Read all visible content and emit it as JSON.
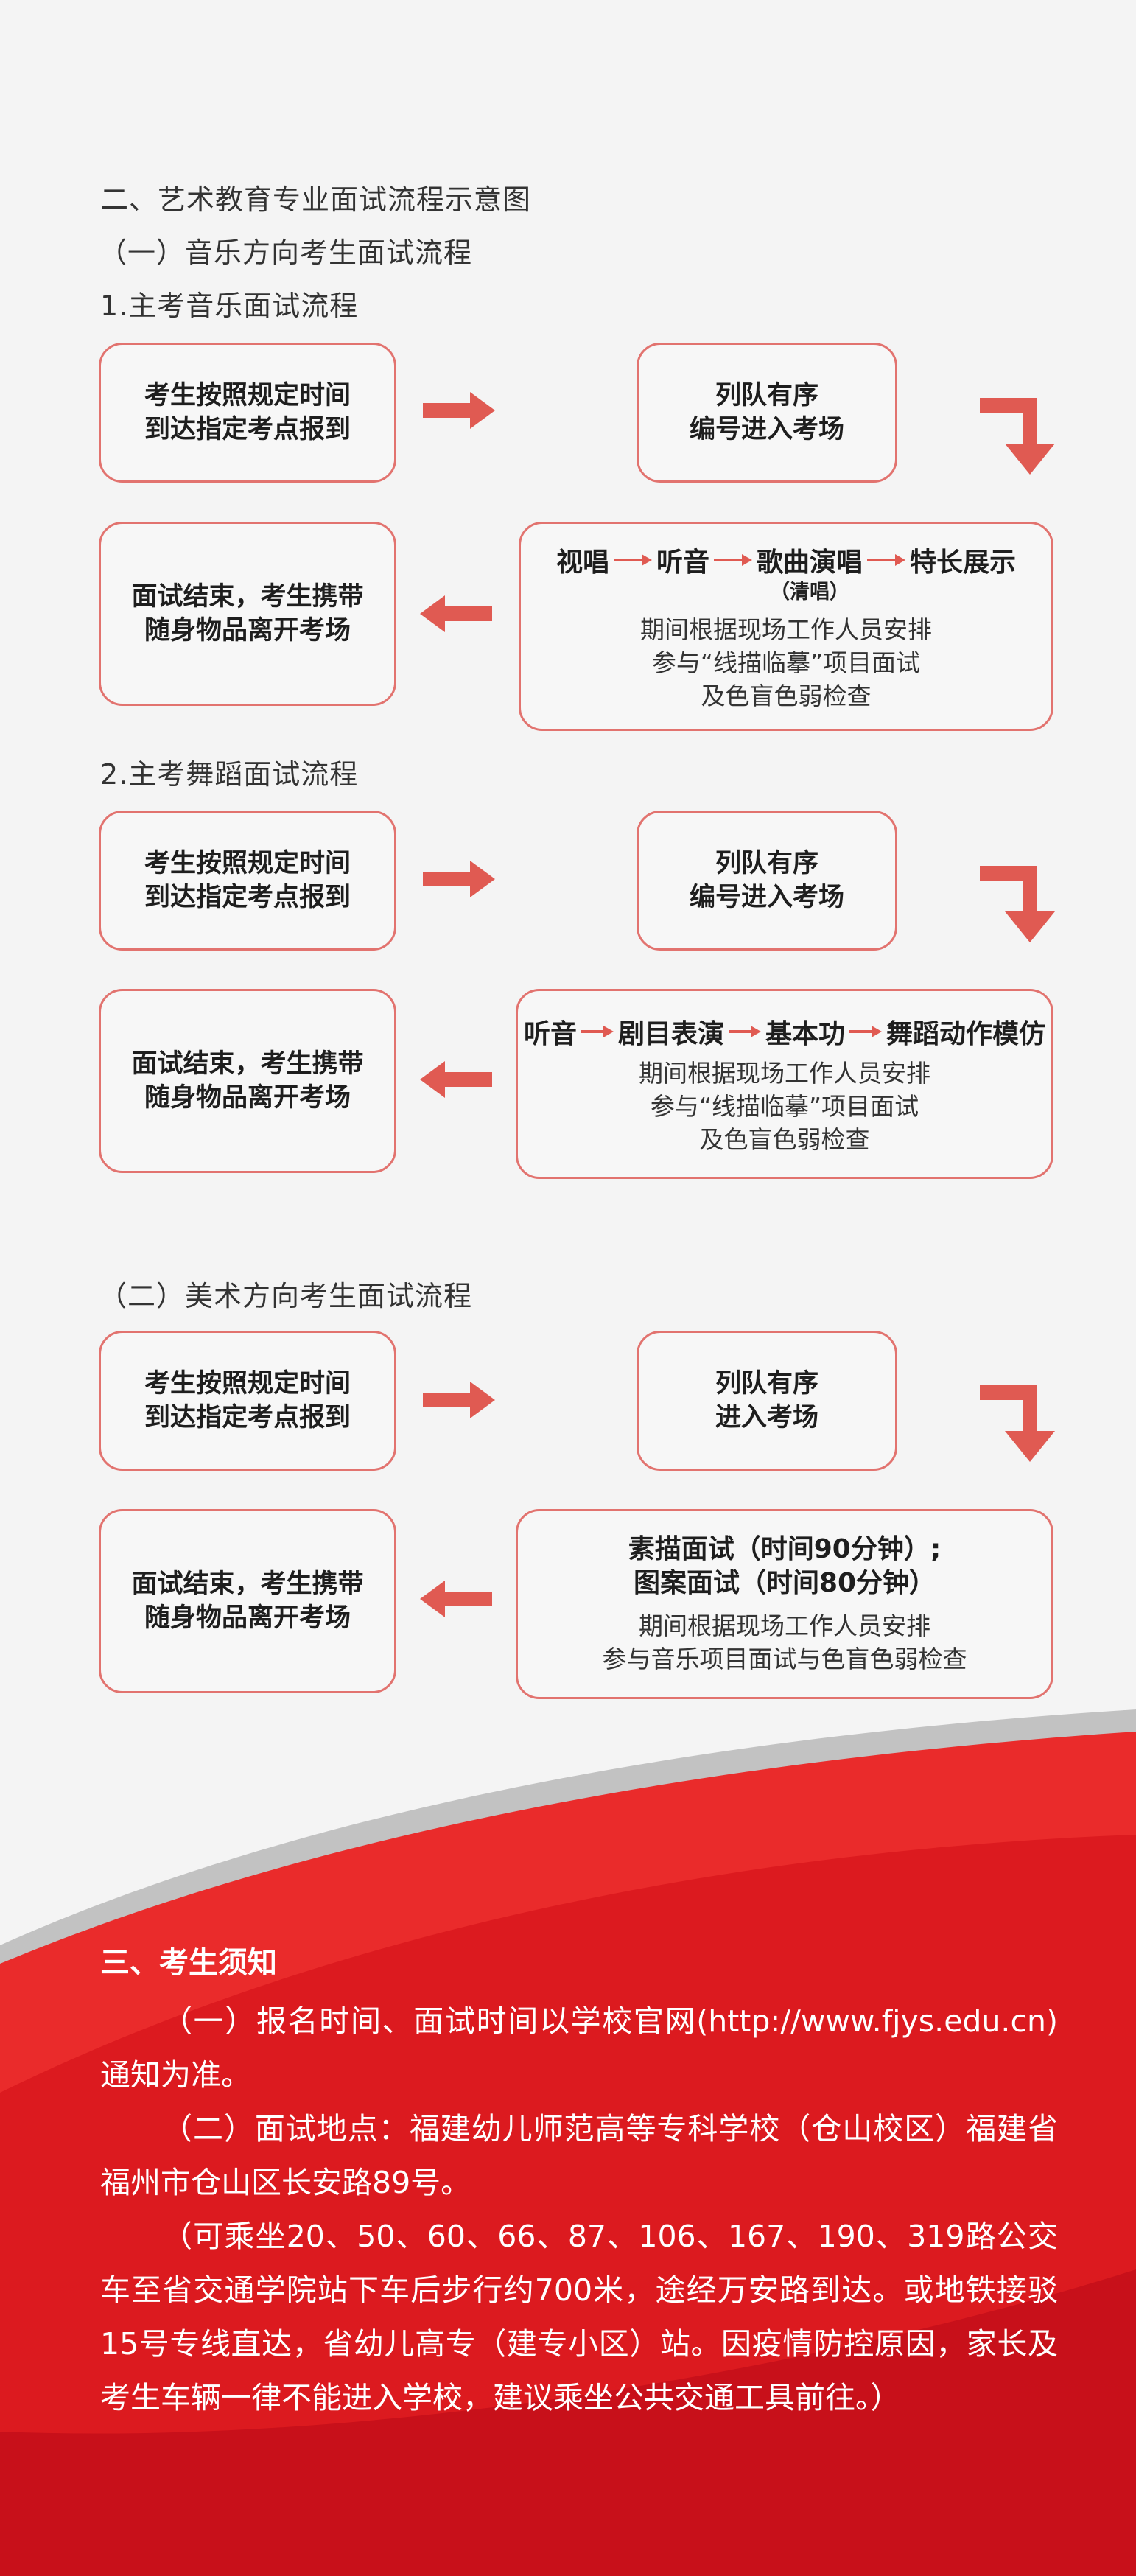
{
  "section2_title": "二、艺术教育专业面试流程示意图",
  "music": {
    "title": "（一）音乐方向考生面试流程",
    "vocal": {
      "title": "1.主考音乐面试流程",
      "box1": [
        "考生按照规定时间",
        "到达指定考点报到"
      ],
      "box2": [
        "列队有序",
        "编号进入考场"
      ],
      "steps": [
        "视唱",
        "听音",
        "歌曲演唱",
        "特长展示"
      ],
      "steps_note": "（清唱）",
      "extra": [
        "期间根据现场工作人员安排",
        "参与“线描临摹”项目面试",
        "及色盲色弱检查"
      ],
      "end": [
        "面试结束，考生携带",
        "随身物品离开考场"
      ]
    },
    "dance": {
      "title": "2.主考舞蹈面试流程",
      "box1": [
        "考生按照规定时间",
        "到达指定考点报到"
      ],
      "box2": [
        "列队有序",
        "编号进入考场"
      ],
      "steps": [
        "听音",
        "剧目表演",
        "基本功",
        "舞蹈动作模仿"
      ],
      "extra": [
        "期间根据现场工作人员安排",
        "参与“线描临摹”项目面试",
        "及色盲色弱检查"
      ],
      "end": [
        "面试结束，考生携带",
        "随身物品离开考场"
      ]
    }
  },
  "art": {
    "title": "（二）美术方向考生面试流程",
    "box1": [
      "考生按照规定时间",
      "到达指定考点报到"
    ],
    "box2": [
      "列队有序",
      "进入考场"
    ],
    "exam": [
      "素描面试（时间90分钟）;",
      "图案面试（时间80分钟）"
    ],
    "extra": [
      "期间根据现场工作人员安排",
      "参与音乐项目面试与色盲色弱检查"
    ],
    "end": [
      "面试结束，考生携带",
      "随身物品离开考场"
    ]
  },
  "notice": {
    "title": "三、考生须知",
    "p1": "（一）报名时间、面试时间以学校官网(http://www.fjys.edu.cn)通知为准。",
    "p2": "（二）面试地点：福建幼儿师范高等专科学校（仓山校区）福建省福州市仓山区长安路89号。",
    "p3": "（可乘坐20、50、60、66、87、106、167、190、319路公交车至省交通学院站下车后步行约700米，途经万安路到达。或地铁接驳15号专线直达，省幼儿高专（建专小区）站。因疫情防控原因，家长及考生车辆一律不能进入学校，建议乘坐公共交通工具前往。）"
  },
  "colors": {
    "accent": "#e2736f",
    "arrow": "#e05a52",
    "red": "#d8141a"
  },
  "icons": {
    "right": "right-arrow-icon",
    "left": "left-arrow-icon",
    "turn": "turn-down-arrow-icon",
    "step": "small-right-arrow-icon"
  }
}
